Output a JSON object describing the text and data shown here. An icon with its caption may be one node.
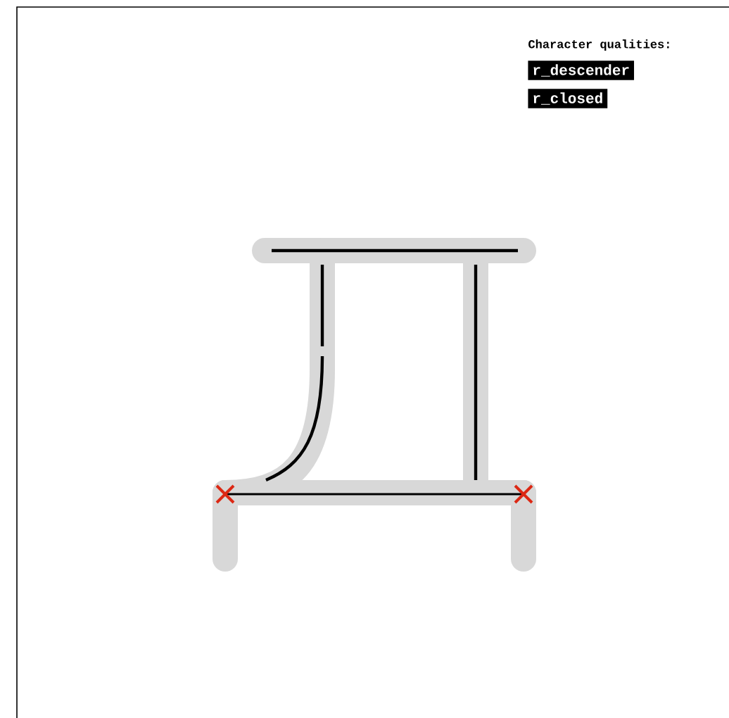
{
  "diagram": {
    "labels": [
      "Character qualities:",
      "r_descender",
      "r_closed"
    ]
  }
}
